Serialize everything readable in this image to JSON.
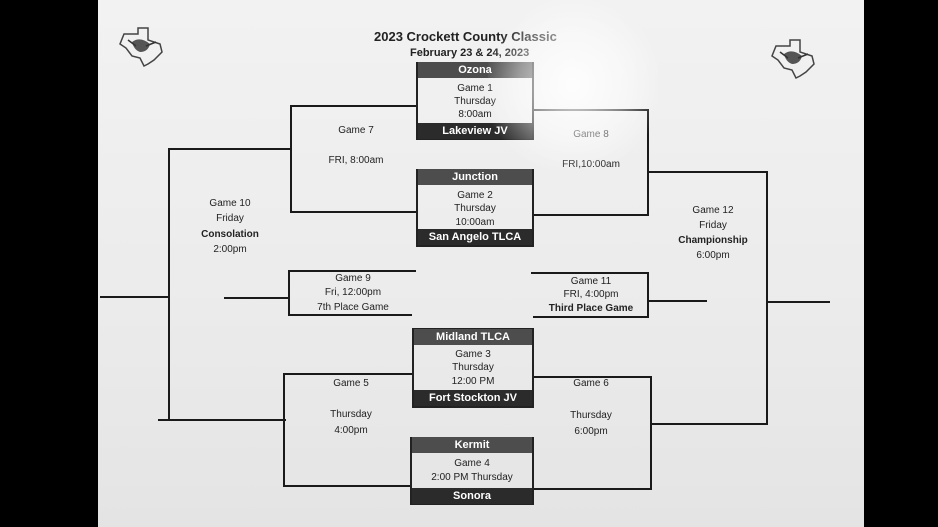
{
  "header": {
    "title": "2023 Crockett County Classic",
    "dates": "February 23 & 24, 2023"
  },
  "games": {
    "g1": {
      "label": "Game 1",
      "day": "Thursday",
      "time": "8:00am",
      "team_top": "Ozona",
      "team_bottom": "Lakeview JV"
    },
    "g2": {
      "label": "Game 2",
      "day": "Thursday",
      "time": "10:00am",
      "team_top": "Junction",
      "team_bottom": "San Angelo TLCA"
    },
    "g3": {
      "label": "Game 3",
      "day": "Thursday",
      "time": "12:00 PM",
      "team_top": "Midland TLCA",
      "team_bottom": "Fort Stockton JV"
    },
    "g4": {
      "label": "Game 4",
      "time": "2:00 PM Thursday",
      "team_top": "Kermit",
      "team_bottom": "Sonora"
    },
    "g5": {
      "label": "Game 5",
      "day": "Thursday",
      "time": "4:00pm"
    },
    "g6": {
      "label": "Game 6",
      "day": "Thursday",
      "time": "6:00pm"
    },
    "g7": {
      "label": "Game 7",
      "time": "FRI, 8:00am"
    },
    "g8": {
      "label": "Game 8",
      "time": "FRI,10:00am"
    },
    "g9": {
      "label": "Game 9",
      "time": "Fri, 12:00pm",
      "title": "7th Place Game"
    },
    "g10": {
      "label": "Game 10",
      "day": "Friday",
      "title": "Consolation",
      "time": "2:00pm"
    },
    "g11": {
      "label": "Game 11",
      "time": "FRI, 4:00pm",
      "title": "Third Place Game"
    },
    "g12": {
      "label": "Game 12",
      "day": "Friday",
      "title": "Championship",
      "time": "6:00pm"
    }
  },
  "colors": {
    "paper": "#efefef",
    "line": "#1a1a1a",
    "team_bar": "#2b2b2b"
  },
  "icons": {
    "left_logo": "texas-longhorn-logo",
    "right_logo": "texas-longhorn-logo"
  }
}
